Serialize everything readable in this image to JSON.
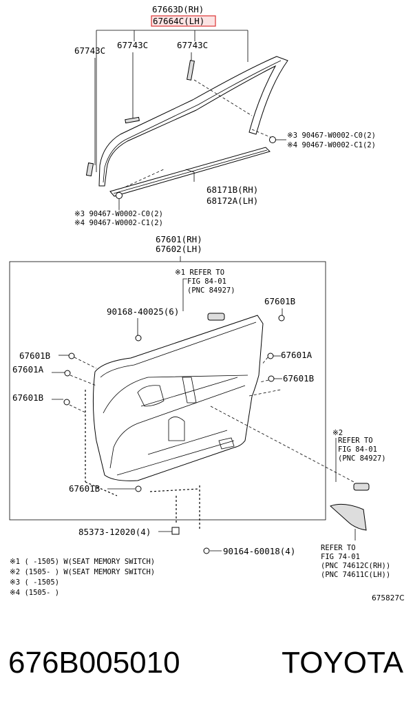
{
  "labels": {
    "p67663d": "67663D(RH)",
    "p67664c": "67664C(LH)",
    "p67743c_a": "67743C",
    "p67743c_b": "67743C",
    "p67743c_c": "67743C",
    "clip_top_1": "※3 90467-W0002-C0(2)",
    "clip_top_2": "※4 90467-W0002-C1(2)",
    "p68171b": "68171B(RH)",
    "p68172a": "68172A(LH)",
    "clip_bot_1": "※3 90467-W0002-C0(2)",
    "clip_bot_2": "※4 90467-W0002-C1(2)",
    "p67601": "67601(RH)",
    "p67602": "67602(LH)",
    "ref1_a": "※1 REFER TO",
    "ref1_b": "FIG 84-01",
    "ref1_c": "(PNC 84927)",
    "p90168": "90168-40025(6)",
    "c67601b_tr": "67601B",
    "c67601b_l1": "67601B",
    "c67601a_l": "67601A",
    "c67601b_l2": "67601B",
    "c67601a_r": "67601A",
    "c67601b_r": "67601B",
    "c67601b_bot": "67601B",
    "ref2_a": "※2",
    "ref2_b": "REFER TO",
    "ref2_c": "FIG 84-01",
    "ref2_d": "(PNC 84927)",
    "p85373": "85373-12020(4)",
    "p90164": "90164-60018(4)",
    "ref3_a": "REFER TO",
    "ref3_b": "FIG 74-01",
    "ref3_c": "(PNC 74612C(RH))",
    "ref3_d": "(PNC 74611C(LH))",
    "note1": "※1 (     -1505) W(SEAT MEMORY SWITCH)",
    "note2": "※2 (1505-     ) W(SEAT MEMORY SWITCH)",
    "note3": "※3 (     -1505)",
    "note4": "※4 (1505-     )",
    "fig_code": "675827C"
  },
  "footer": {
    "part_number": "676B005010",
    "brand": "TOYOTA"
  },
  "colors": {
    "highlight_border": "#d33",
    "highlight_fill": "#fbe3e3"
  }
}
